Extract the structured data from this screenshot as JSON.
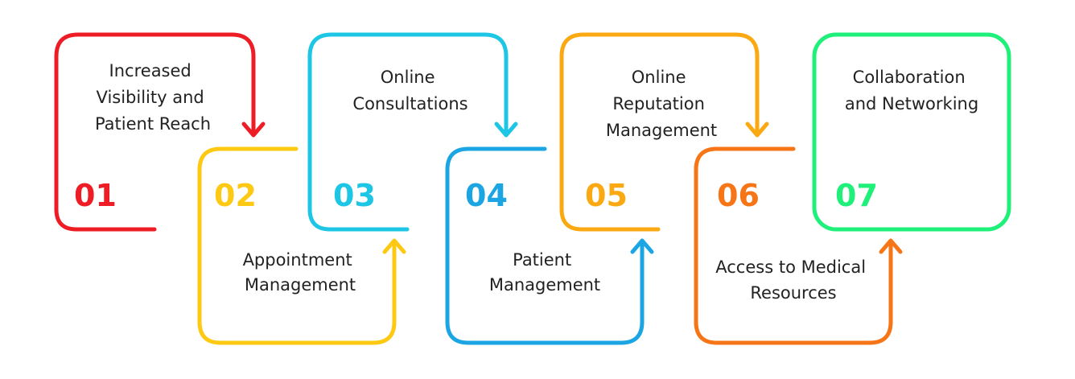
{
  "steps": [
    {
      "number": "01",
      "lines": [
        "Increased",
        "Visibility and",
        "Patient Reach"
      ],
      "color": "#ee1c25"
    },
    {
      "number": "02",
      "lines": [
        "Appointment",
        "Management"
      ],
      "color": "#fdc913"
    },
    {
      "number": "03",
      "lines": [
        "Online",
        "Consultations"
      ],
      "color": "#1ec6e6"
    },
    {
      "number": "04",
      "lines": [
        "Patient",
        "Management"
      ],
      "color": "#1ba6e3"
    },
    {
      "number": "05",
      "lines": [
        "Online",
        "Reputation",
        "Management"
      ],
      "color": "#fba913"
    },
    {
      "number": "06",
      "lines": [
        "Access to Medical",
        "Resources"
      ],
      "color": "#f57517"
    },
    {
      "number": "07",
      "lines": [
        "Collaboration",
        "and Networking"
      ],
      "color": "#1ff07a"
    }
  ]
}
